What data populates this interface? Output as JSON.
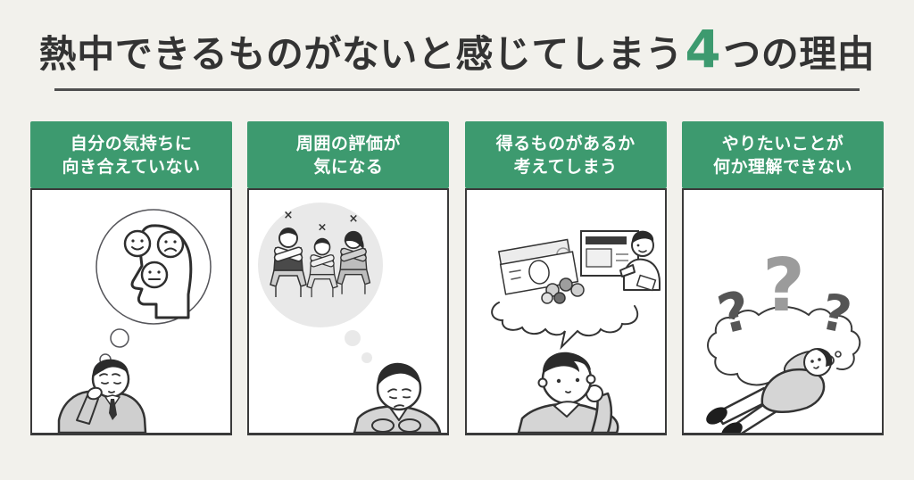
{
  "title": {
    "prefix": "熱中できるものがないと感じてしまう",
    "highlight": "4",
    "suffix": "つの理由"
  },
  "cards": [
    {
      "heading_line1": "自分の気持ちに",
      "heading_line2": "向き合えていない",
      "illustration": "thinking-man-thought-bubble-head-with-emotion-faces"
    },
    {
      "heading_line1": "周囲の評価が",
      "heading_line2": "気になる",
      "illustration": "worried-man-thought-bubble-three-people-arms-crossed",
      "marks": [
        "×",
        "×",
        "×"
      ]
    },
    {
      "heading_line1": "得るものがあるか",
      "heading_line2": "考えてしまう",
      "illustration": "pondering-man-speech-bubble-money-and-presenter"
    },
    {
      "heading_line1": "やりたいことが",
      "heading_line2": "何か理解できない",
      "illustration": "man-lying-down-dreaming-question-marks",
      "marks": [
        "?",
        "?",
        "?"
      ]
    }
  ],
  "colors": {
    "background": "#f2f1ec",
    "accent_green": "#3d9a6f",
    "title_text": "#333333",
    "card_border": "#3a3a3a",
    "card_header_text": "#ffffff"
  }
}
